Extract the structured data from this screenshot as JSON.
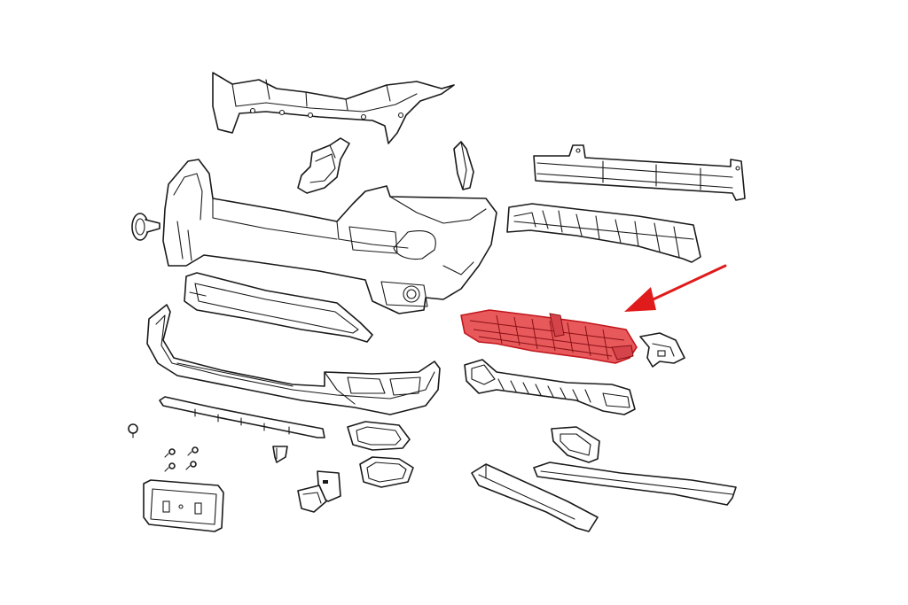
{
  "colors": {
    "background": "#ffffff",
    "line": "#1a1a1a",
    "highlight_fill": "#e8595c",
    "highlight_stroke": "#c0161c",
    "arrow": "#e01b1b"
  },
  "parts": [
    {
      "name": "upper-bracket"
    },
    {
      "name": "left-side-bracket"
    },
    {
      "name": "right-small-bracket"
    },
    {
      "name": "reinforcement-beam"
    },
    {
      "name": "energy-absorber"
    },
    {
      "name": "bumper-fascia"
    },
    {
      "name": "tow-hook-cap"
    },
    {
      "name": "upper-grille-frame"
    },
    {
      "name": "lower-fascia"
    },
    {
      "name": "air-deflector-grille-highlighted"
    },
    {
      "name": "right-side-bracket"
    },
    {
      "name": "lower-grille"
    },
    {
      "name": "chrome-strip"
    },
    {
      "name": "fog-lamp-bezel-left"
    },
    {
      "name": "fog-lamp-bezel-right"
    },
    {
      "name": "lower-trim-strip-left"
    },
    {
      "name": "lower-trim-strip-right"
    },
    {
      "name": "license-plate-bracket"
    },
    {
      "name": "parking-sensor"
    },
    {
      "name": "fasteners"
    }
  ],
  "highlight": {
    "part": "air-deflector-grille-highlighted",
    "arrow_icon": "pointer-arrow-icon"
  }
}
